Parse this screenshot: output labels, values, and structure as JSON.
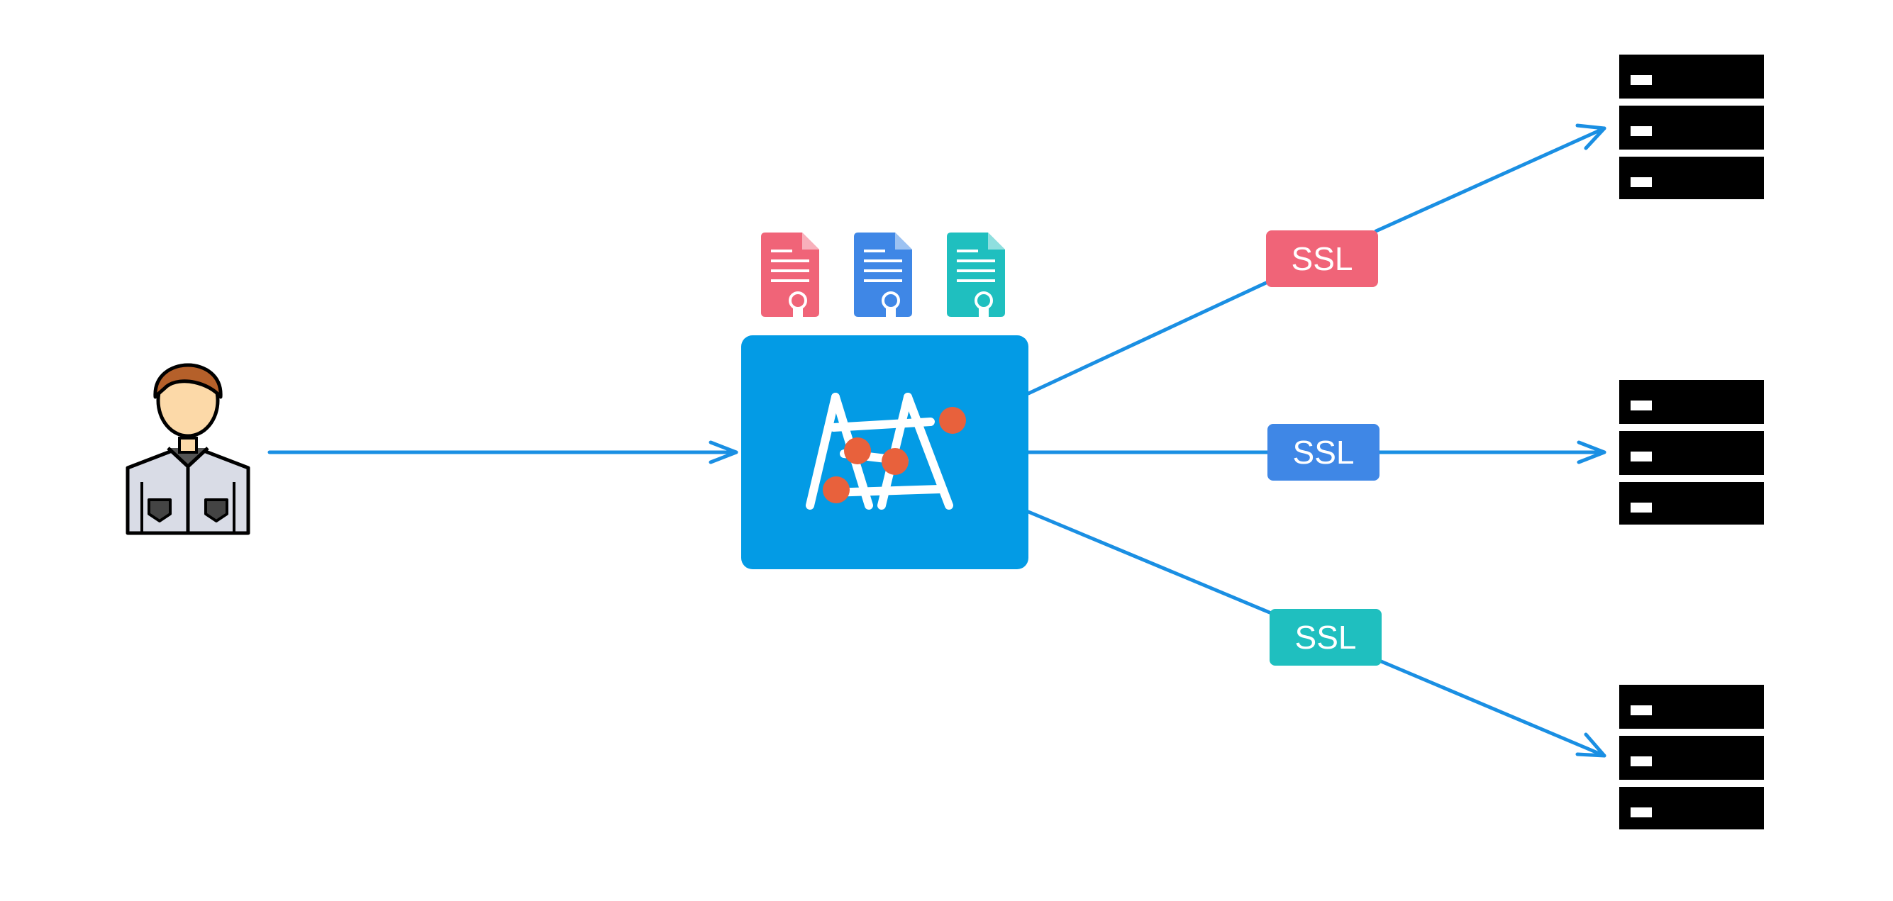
{
  "diagram": {
    "nodes": {
      "client": {
        "icon": "user-icon"
      },
      "gateway": {
        "icon": "ladder-network-logo-icon"
      },
      "certificates": [
        {
          "icon": "certificate-document-icon",
          "color": "#f06478"
        },
        {
          "icon": "certificate-document-icon",
          "color": "#3f87e6"
        },
        {
          "icon": "certificate-document-icon",
          "color": "#1fbfbf"
        }
      ],
      "servers": [
        {
          "icon": "server-rack-icon"
        },
        {
          "icon": "server-rack-icon"
        },
        {
          "icon": "server-rack-icon"
        }
      ]
    },
    "ssl_labels": [
      {
        "text": "SSL",
        "color": "#f06478"
      },
      {
        "text": "SSL",
        "color": "#3f87e6"
      },
      {
        "text": "SSL",
        "color": "#1fbfbf"
      }
    ],
    "colors": {
      "arrow": "#1a8fe3",
      "gateway_bg": "#039be5",
      "graph_dot": "#e8613c",
      "server": "#000000"
    }
  }
}
